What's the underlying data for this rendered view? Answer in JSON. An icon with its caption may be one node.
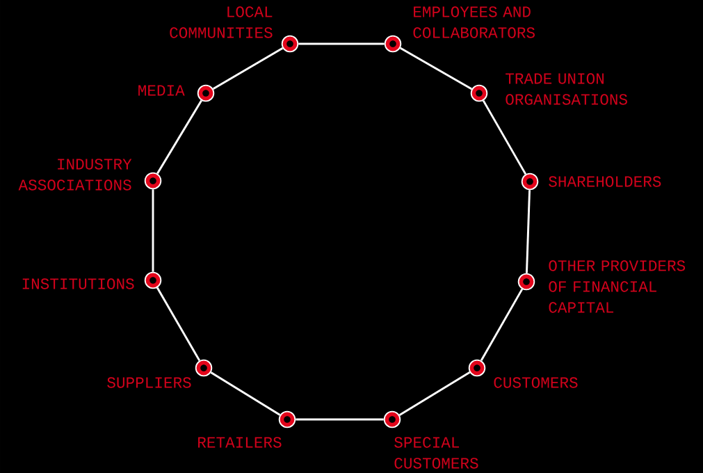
{
  "diagram": {
    "nodes": [
      {
        "text": [],
        "shape": "circle",
        "beside": [
          "LOCAL COMMUNITIES"
        ]
      },
      {
        "text": [],
        "shape": "circle",
        "beside": [
          "EMPLOYEES AND COLLABORATORS"
        ]
      },
      {
        "text": [],
        "shape": "circle",
        "beside": [
          "TRADE UNION ORGANISATIONS"
        ]
      },
      {
        "text": [],
        "shape": "circle",
        "beside": [
          "SHAREHOLDERS"
        ]
      },
      {
        "text": [],
        "shape": "circle",
        "beside": [
          "OTHER PROVIDERS OF FINANCIAL CAPITAL"
        ]
      },
      {
        "text": [],
        "shape": "circle",
        "beside": [
          "CUSTOMERS"
        ]
      },
      {
        "text": [],
        "shape": "circle",
        "beside": [
          "SPECIAL CUSTOMERS"
        ]
      },
      {
        "text": [],
        "shape": "circle",
        "beside": [
          "RETAILERS"
        ]
      },
      {
        "text": [],
        "shape": "circle",
        "beside": [
          "SUPPLIERS"
        ]
      },
      {
        "text": [],
        "shape": "circle",
        "beside": [
          "INSTITUTIONS"
        ]
      },
      {
        "text": [],
        "shape": "circle",
        "beside": [
          "INDUSTRY ASSOCIATIONS"
        ]
      },
      {
        "text": [],
        "shape": "circle",
        "beside": [
          "MEDIA"
        ]
      }
    ],
    "edges": [
      {
        "from": 0,
        "to": 1,
        "arrow": "none"
      },
      {
        "from": 1,
        "to": 2,
        "arrow": "none"
      },
      {
        "from": 2,
        "to": 3,
        "arrow": "none"
      },
      {
        "from": 3,
        "to": 4,
        "arrow": "none"
      },
      {
        "from": 4,
        "to": 5,
        "arrow": "none"
      },
      {
        "from": 5,
        "to": 6,
        "arrow": "none"
      },
      {
        "from": 6,
        "to": 7,
        "arrow": "none"
      },
      {
        "from": 7,
        "to": 8,
        "arrow": "none"
      },
      {
        "from": 8,
        "to": 9,
        "arrow": "none"
      },
      {
        "from": 9,
        "to": 10,
        "arrow": "none"
      },
      {
        "from": 10,
        "to": 11,
        "arrow": "none"
      },
      {
        "from": 11,
        "to": 0,
        "arrow": "none"
      }
    ]
  }
}
